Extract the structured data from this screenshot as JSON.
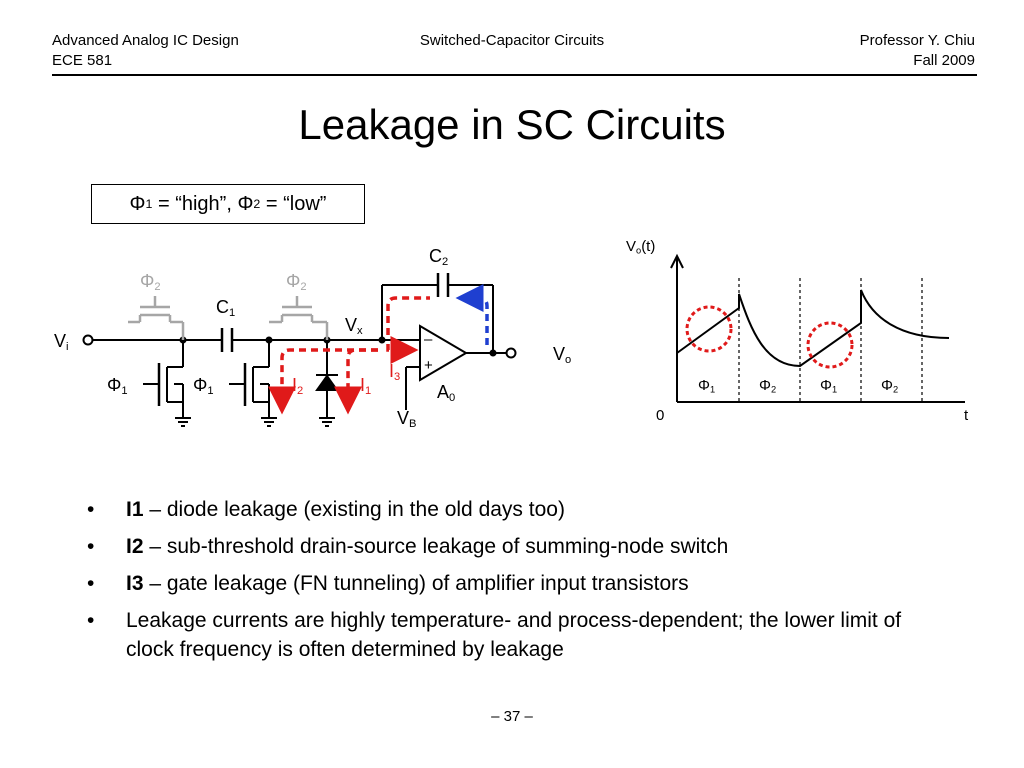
{
  "header": {
    "course_title": "Advanced Analog IC Design",
    "course_code": "ECE 581",
    "topic": "Switched-Capacitor Circuits",
    "instructor": "Professor Y. Chiu",
    "term": "Fall 2009"
  },
  "slide": {
    "title": "Leakage in SC Circuits",
    "page_number": "– 37 –"
  },
  "clock_condition": {
    "phi1": "Φ",
    "phi1_sub": "1",
    "mid": " = “high”, ",
    "phi2": "Φ",
    "phi2_sub": "2",
    "end": " = “low”"
  },
  "circuit": {
    "phi2_left": {
      "base": "Φ",
      "sub": "2"
    },
    "phi2_right": {
      "base": "Φ",
      "sub": "2"
    },
    "c1": {
      "base": "C",
      "sub": "1"
    },
    "c2": {
      "base": "C",
      "sub": "2"
    },
    "vx": {
      "base": "V",
      "sub": "x"
    },
    "vi": {
      "base": "V",
      "sub": "i"
    },
    "vo": {
      "base": "V",
      "sub": "o"
    },
    "phi1_left": {
      "base": "Φ",
      "sub": "1"
    },
    "phi1_right": {
      "base": "Φ",
      "sub": "1"
    },
    "i2": {
      "base": "I",
      "sub": "2"
    },
    "i1": {
      "base": "I",
      "sub": "1"
    },
    "i3": {
      "base": "I",
      "sub": "3"
    },
    "a0": {
      "base": "A",
      "sub": "0"
    },
    "vb": {
      "base": "V",
      "sub": "B"
    },
    "opamp_minus": "–",
    "opamp_plus": "+",
    "colors": {
      "leakage": "#e01a1a",
      "gate_leakage": "#1f3fd0",
      "inactive_switch": "#a6a6a6"
    }
  },
  "waveform": {
    "ylabel": {
      "base": "V",
      "sub": "o",
      "suffix": "(t)"
    },
    "origin": "0",
    "xlabel": "t",
    "phases": [
      {
        "base": "Φ",
        "sub": "1"
      },
      {
        "base": "Φ",
        "sub": "2"
      },
      {
        "base": "Φ",
        "sub": "1"
      },
      {
        "base": "Φ",
        "sub": "2"
      }
    ]
  },
  "bullets": [
    {
      "bold": "I1",
      "text": " – diode leakage (existing in the old days too)"
    },
    {
      "bold": "I2",
      "text": " – sub-threshold drain-source leakage of summing-node switch"
    },
    {
      "bold": "I3",
      "text": " – gate leakage (FN tunneling) of amplifier input transistors"
    },
    {
      "bold": "",
      "text": "Leakage currents are highly temperature- and process-dependent; the lower limit of clock frequency is often determined by leakage"
    }
  ]
}
